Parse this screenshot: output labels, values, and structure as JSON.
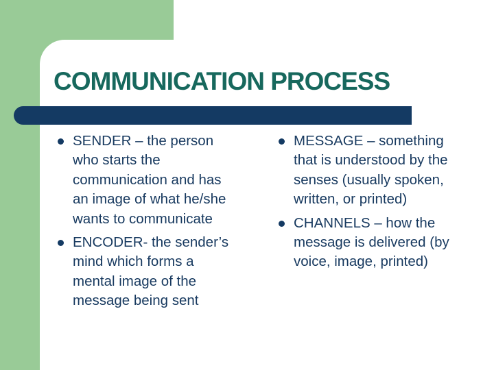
{
  "slide": {
    "title": "COMMUNICATION PROCESS",
    "columns": {
      "left": {
        "bullets": [
          {
            "lines": [
              "SENDER – the person",
              "who starts the",
              "communication and has",
              "an image of what he/she",
              "wants to communicate"
            ]
          },
          {
            "lines": [
              "ENCODER- the sender’s",
              "mind which forms a",
              "mental image of the",
              "message being sent"
            ]
          }
        ]
      },
      "right": {
        "bullets": [
          {
            "lines": [
              "MESSAGE – something",
              "that is understood by the",
              "senses (usually spoken,",
              "written, or printed)"
            ]
          },
          {
            "lines": [
              "CHANNELS – how the",
              "message is delivered (by",
              "voice, image, printed)"
            ]
          }
        ]
      }
    }
  },
  "theme": {
    "background_green": "#99CB97",
    "panel_white": "#FFFFFF",
    "accent_navy": "#143A63",
    "title_teal": "#17685D",
    "body_text": "#17395F"
  }
}
